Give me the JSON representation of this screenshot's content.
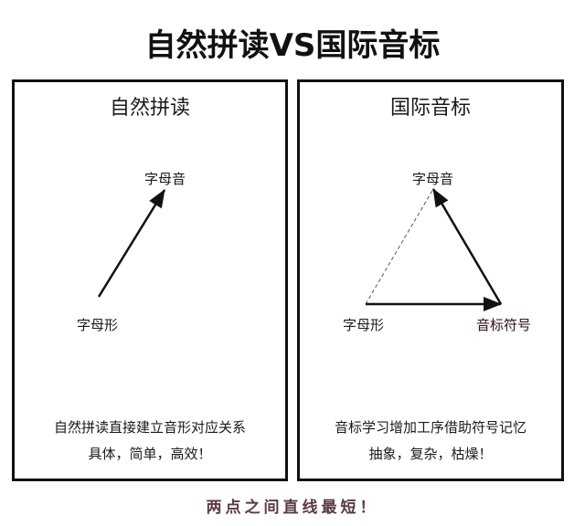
{
  "title": "自然拼读VS国际音标",
  "panels": {
    "left": {
      "title": "自然拼读",
      "nodes": {
        "top": "字母音",
        "bottom_left": "字母形"
      },
      "description": {
        "line1": "自然拼读直接建立音形对应关系",
        "line2": "具体，简单，高效！"
      }
    },
    "right": {
      "title": "国际音标",
      "nodes": {
        "top": "字母音",
        "bottom_left": "字母形",
        "bottom_right": "音标符号"
      },
      "description": {
        "line1": "音标学习增加工序借助符号记忆",
        "line2": "抽象，复杂，枯燥！"
      }
    }
  },
  "footer": "两点之间直线最短！",
  "colors": {
    "line": "#111111",
    "footer_text": "#5a3a48"
  }
}
